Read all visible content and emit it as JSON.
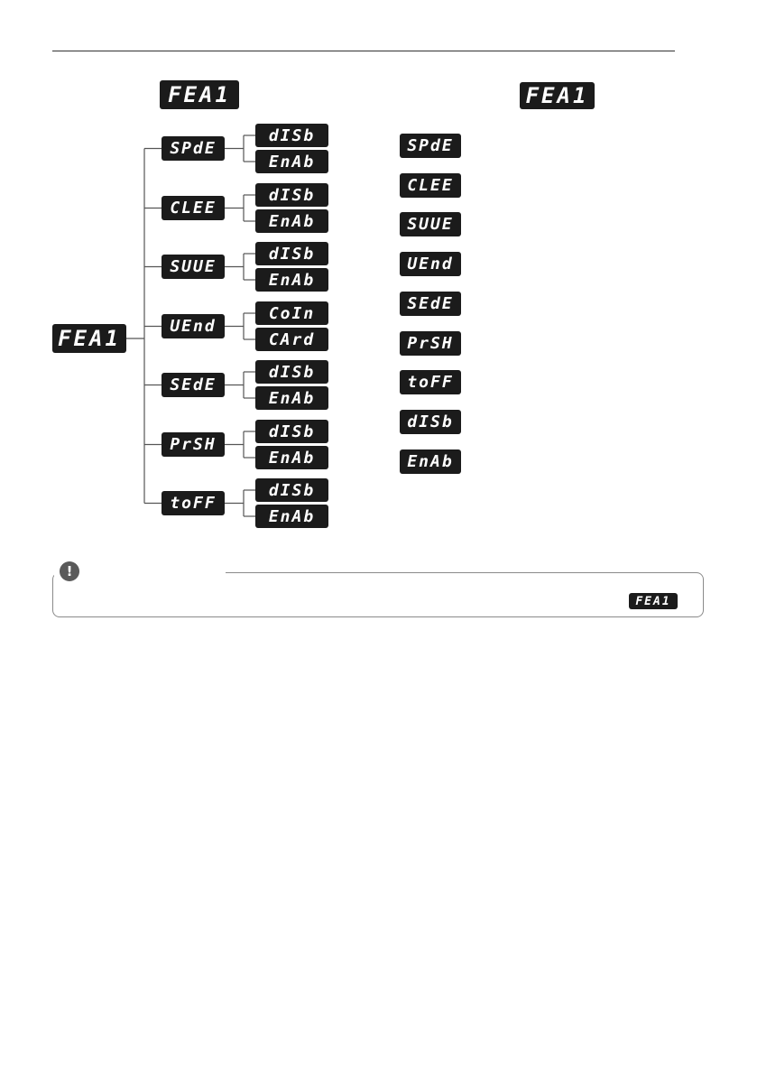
{
  "tree_diagram": {
    "header_display": "FEA1",
    "root_display": "FEA1",
    "branches": [
      {
        "display": "SPdE",
        "options": [
          "dISb",
          "EnAb"
        ]
      },
      {
        "display": "CLEE",
        "options": [
          "dISb",
          "EnAb"
        ]
      },
      {
        "display": "SUUE",
        "options": [
          "dISb",
          "EnAb"
        ]
      },
      {
        "display": "UEnd",
        "options": [
          "CoIn",
          "CArd"
        ]
      },
      {
        "display": "SEdE",
        "options": [
          "dISb",
          "EnAb"
        ]
      },
      {
        "display": "PrSH",
        "options": [
          "dISb",
          "EnAb"
        ]
      },
      {
        "display": "toFF",
        "options": [
          "dISb",
          "EnAb"
        ]
      }
    ]
  },
  "legend": {
    "header_display": "FEA1",
    "codes": [
      "SPdE",
      "CLEE",
      "SUUE",
      "UEnd",
      "SEdE",
      "PrSH",
      "toFF",
      "dISb",
      "EnAb"
    ]
  },
  "note": {
    "icon": "exclamation-icon",
    "icon_glyph": "!",
    "display": "FEA1"
  },
  "colors": {
    "display_bg": "#1b1b1b",
    "display_text": "#ffffff",
    "line": "#555555"
  }
}
